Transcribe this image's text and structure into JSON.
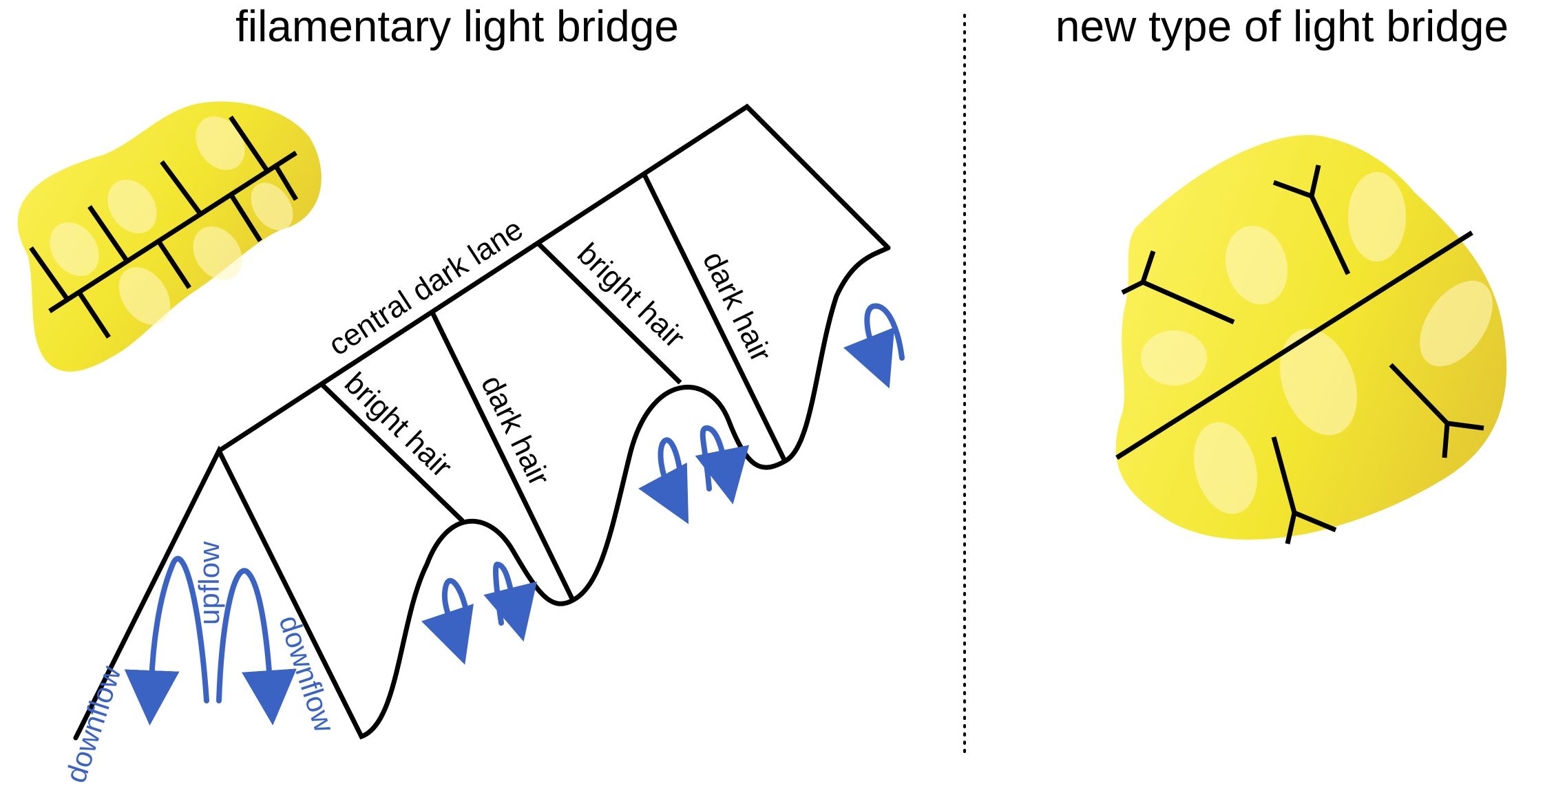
{
  "left_panel": {
    "title": "filamentary light bridge",
    "labels": {
      "central_dark_lane": "central dark lane",
      "bright_hair_1": "bright hair",
      "dark_hair_1": "dark hair",
      "bright_hair_2": "bright hair",
      "dark_hair_2": "dark hair",
      "upflow": "upflow",
      "downflow_left": "downflow",
      "downflow_right": "downflow"
    }
  },
  "right_panel": {
    "title": "new type of light bridge"
  },
  "colors": {
    "blob_yellow_light": "#fbf15a",
    "blob_yellow_mid": "#f3e631",
    "blob_yellow_dark": "#e3c932",
    "granule": "#fff6c0",
    "flow_blue": "#3a63c4",
    "outline": "#000000",
    "divider": "#000000"
  }
}
